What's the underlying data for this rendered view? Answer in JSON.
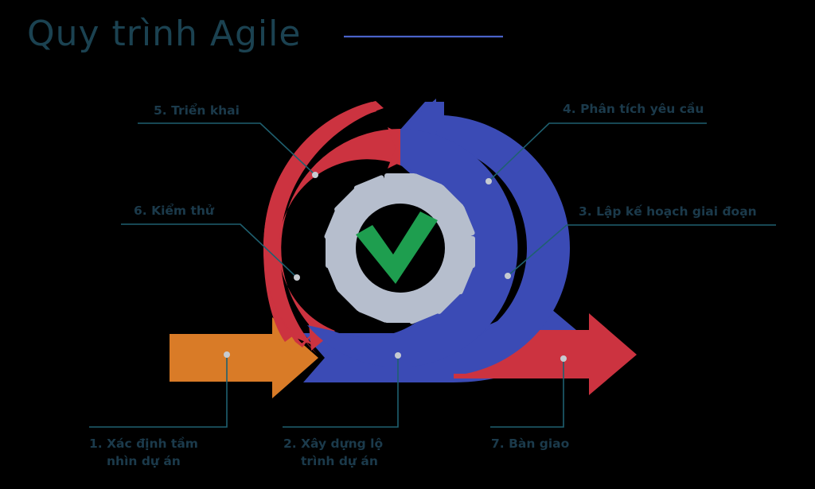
{
  "header": {
    "title": "Quy trình Agile",
    "rule_color": "#4A63C8"
  },
  "theme": {
    "text_color": "#1B3A4B",
    "title_color": "#1B4251",
    "background": "#000000",
    "red": "#CC3340",
    "blue": "#3B4BB5",
    "orange": "#D97B27",
    "gear_gray": "#B6BECD",
    "check_green": "#1E9E4F",
    "connector": "#1F6070",
    "connector_dot": "#C6CBD1"
  },
  "diagram": {
    "type": "agile-process-cycle",
    "center_icon": {
      "gear": "gear-icon",
      "check": "check-icon"
    },
    "arrows": [
      {
        "name": "orange-arrow-left",
        "color": "#D97B27",
        "direction": "right"
      },
      {
        "name": "blue-band-bottom",
        "color": "#3B4BB5",
        "direction": "right"
      },
      {
        "name": "red-arrow-right",
        "color": "#CC3340",
        "direction": "right"
      },
      {
        "name": "blue-cycle-arc",
        "color": "#3B4BB5",
        "direction": "counter-clockwise-top"
      },
      {
        "name": "red-cycle-arc",
        "color": "#CC3340",
        "direction": "clockwise-top"
      }
    ],
    "steps": [
      {
        "id": 1,
        "text_lines": [
          "1. Xác định tầm",
          "nhìn dự án"
        ],
        "position": "bottom-left"
      },
      {
        "id": 2,
        "text_lines": [
          "2. Xây dựng lộ",
          "trình dự án"
        ],
        "position": "bottom-center"
      },
      {
        "id": 3,
        "text_lines": [
          "3. Lập kế hoạch giai đoạn"
        ],
        "position": "right-lower"
      },
      {
        "id": 4,
        "text_lines": [
          "4. Phân tích yêu cầu"
        ],
        "position": "right-upper"
      },
      {
        "id": 5,
        "text_lines": [
          "5. Triển khai"
        ],
        "position": "left-upper"
      },
      {
        "id": 6,
        "text_lines": [
          "6. Kiểm thử"
        ],
        "position": "left-lower"
      },
      {
        "id": 7,
        "text_lines": [
          "7. Bàn giao"
        ],
        "position": "bottom-right"
      }
    ]
  }
}
